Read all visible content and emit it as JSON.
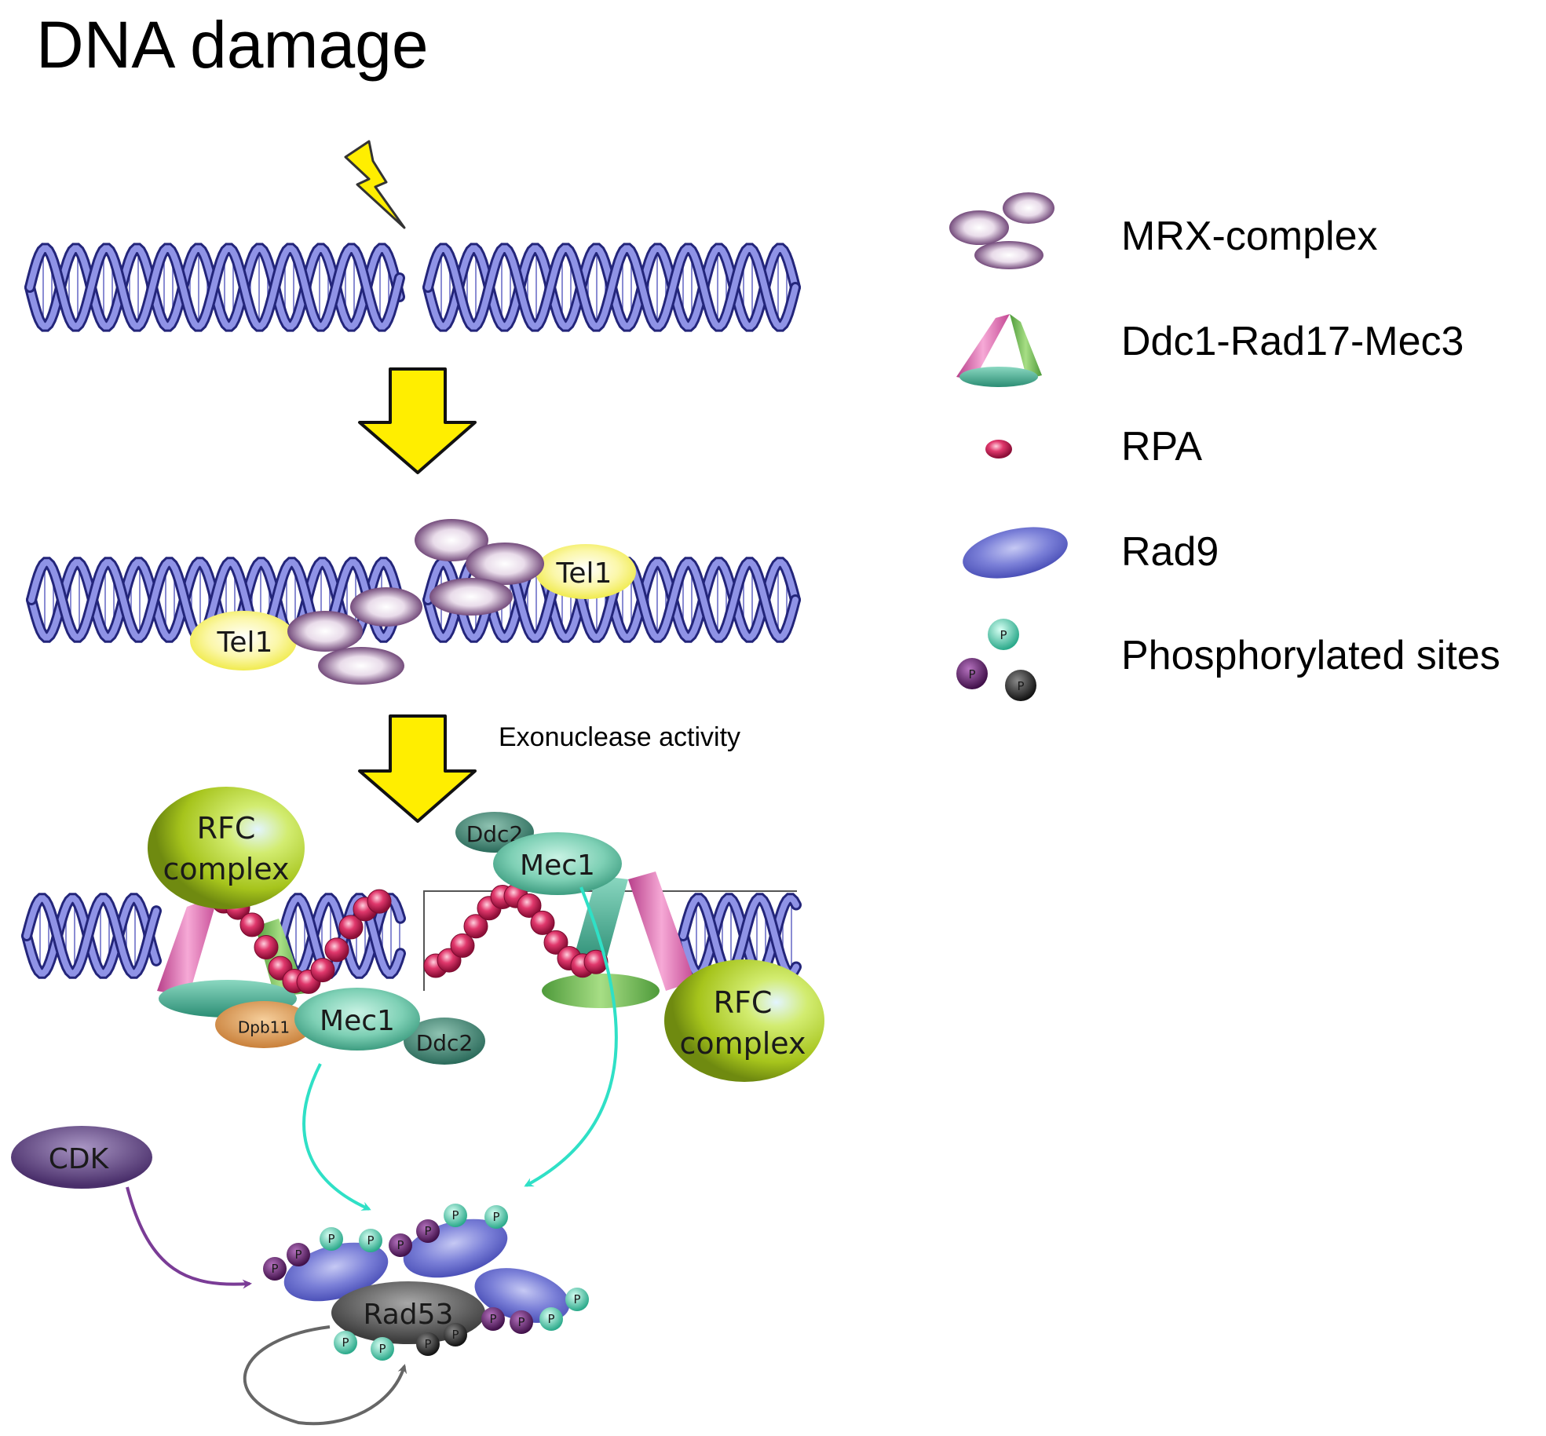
{
  "title": "DNA damage",
  "annotation": "Exonuclease  activity",
  "proteins": {
    "tel1": "Tel1",
    "rfc": [
      "RFC",
      "complex"
    ],
    "mec1": "Mec1",
    "ddc2": "Ddc2",
    "dpb11": "Dpb11",
    "cdk": "CDK",
    "rad53": "Rad53",
    "p": "P"
  },
  "legend": [
    {
      "icon": "mrx-complex-icon",
      "label": "MRX-complex"
    },
    {
      "icon": "ddc1-rad17-mec3-icon",
      "label": "Ddc1-Rad17-Mec3"
    },
    {
      "icon": "rpa-icon",
      "label": "RPA"
    },
    {
      "icon": "rad9-icon",
      "label": "Rad9"
    },
    {
      "icon": "phosphorylated-sites-icon",
      "label": "Phosphorylated sites"
    }
  ],
  "colors": {
    "dna": "#3d3fae",
    "arrow": "#ffee00",
    "mrx": "#6b3a73",
    "tel1": "#f3ef4e",
    "rfc": "#a8c41e",
    "mec1": "#4fb398",
    "ddc2": "#2c7060",
    "dpb11": "#d9924a",
    "rpa": "#d0205a",
    "rad9": "#5d63c9",
    "cdk": "#5b3f7d",
    "rad53": "#555555",
    "phospho_teal": "#3fc6a6",
    "phospho_purple": "#5a1d63",
    "phospho_black": "#2a2a2a"
  }
}
